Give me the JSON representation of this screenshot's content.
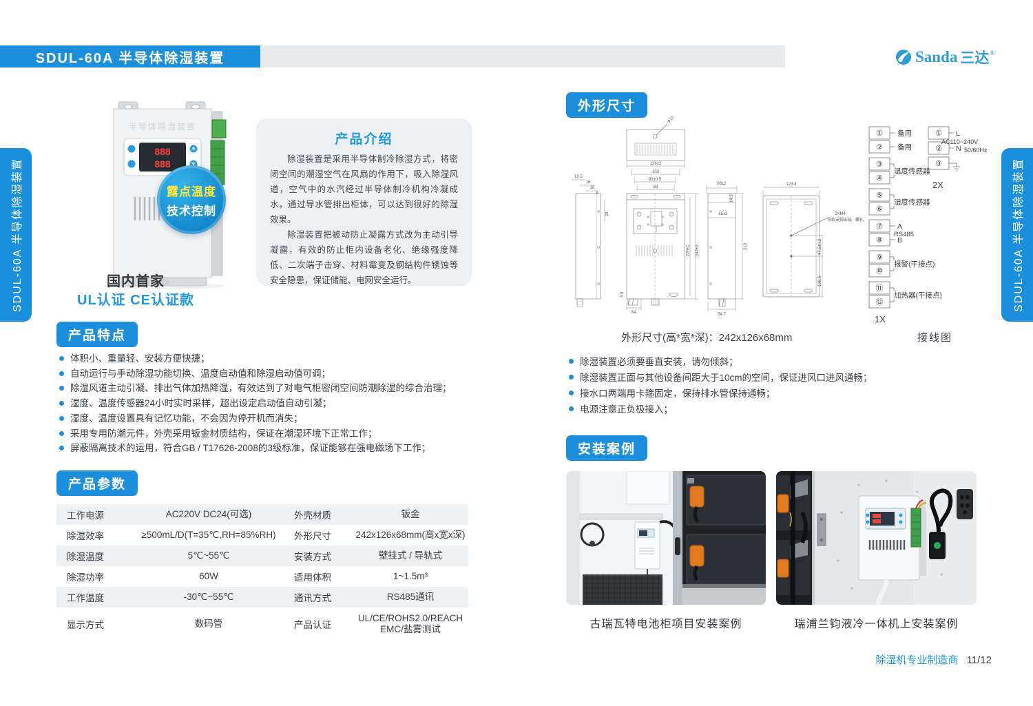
{
  "header": {
    "title": "SDUL-60A 半导体除湿装置"
  },
  "logo": {
    "name": "Sanda",
    "cn": "三达",
    "reg": "®"
  },
  "side_tabs": {
    "left": "SDUL-60A 半导体除湿装置",
    "right": "SDUL-60A 半导体除湿装置"
  },
  "hero": {
    "watermark": "半导体除湿装置",
    "display_top": "888",
    "display_bottom": "888",
    "badge": {
      "line1": "露点温度",
      "line2": "技术控制"
    },
    "caption1": "国内首家",
    "caption2": "UL认证 CE认证款"
  },
  "intro": {
    "title": "产品介绍",
    "p1": "除湿装置是采用半导体制冷除湿方式，将密闭空间的潮湿空气在风扇的作用下，吸入除湿风道，空气中的水汽经过半导体制冷机构冷凝成水，通过导水管排出柜体，可以达到很好的除湿效果。",
    "p2": "除湿装置把被动防止凝露方式改为主动引导凝露，有效的防止柜内设备老化、绝缘强度降低、二次端子击穿、材料霉变及钢结构件锈蚀等安全隐患，保证储能、电网安全运行。"
  },
  "features": {
    "title": "产品特点",
    "items": [
      "体积小、重量轻、安装方便快捷；",
      "自动运行与手动除湿功能切换、温度启动值和除湿启动值可调；",
      "除湿风道主动引凝、排出气体加热降湿，有效达到了对电气柜密闭空间防潮除湿的综合治理；",
      "湿度、温度传感器24小时实时采样，超出设定启动值自动引凝；",
      "湿度、温度设置具有记忆功能，不会因为停开机而消失；",
      "采用专用防潮元件，外壳采用钣金材质结构，保证在潮湿环境下正常工作；",
      "屏蔽隔离技术的运用，符合GB / T17626-2008的3级标准，保证能够在强电磁场下工作；"
    ]
  },
  "params": {
    "title": "产品参数",
    "rows": [
      {
        "k1": "工作电源",
        "v1": "AC220V DC24(可选)",
        "k2": "外壳材质",
        "v2": "钣金"
      },
      {
        "k1": "除湿效率",
        "v1": "≥500mL/D(T=35℃,RH=85%RH)",
        "k2": "外形尺寸",
        "v2": "242x126x68mm(高x宽x深)"
      },
      {
        "k1": "除湿温度",
        "v1": "5℃~55℃",
        "k2": "安装方式",
        "v2": "壁挂式 / 导轨式"
      },
      {
        "k1": "除湿功率",
        "v1": "60W",
        "k2": "适用体积",
        "v2": "1~1.5m³"
      },
      {
        "k1": "工作温度",
        "v1": "-30℃~55℃",
        "k2": "通讯方式",
        "v2": "RS485通讯"
      },
      {
        "k1": "显示方式",
        "v1": "数码管",
        "k2": "产品认证",
        "v2": "UL/CE/ROHS2.0/REACH\nEMC/盐雾测试"
      }
    ]
  },
  "dimensions": {
    "title": "外形尺寸",
    "caption": "外形尺寸(高*宽*深)：242x126x68mm",
    "dims": {
      "hole": "Φ10",
      "w126": "126±2",
      "w103": "103",
      "w93": "93±0.5",
      "w83": "83",
      "h242": "242±2",
      "h226": "226±1",
      "b34": "34",
      "b48": "4.8",
      "l105": "10.5",
      "l16": "16",
      "l18": "18",
      "l8": "8",
      "l28": "28",
      "s68": "68±2",
      "s145": "14.5",
      "s65": "65±2",
      "s213": "213",
      "s547": "54.7",
      "r1234": "123.4",
      "rc1": "2XM4",
      "rc2": "导轨支脚安装",
      "rc3": "螺孔",
      "r475": "47.5±0.2",
      "r1985": "198.5"
    },
    "wiring": {
      "numbers": [
        "①",
        "②",
        "③",
        "④",
        "⑤",
        "⑥",
        "⑦",
        "⑧",
        "⑨",
        "⑩",
        "⑪",
        "⑫"
      ],
      "spare1": "备用",
      "spare2": "备用",
      "temp": "温度传感器",
      "hum": "湿度传感器",
      "a": "A",
      "b": "B",
      "rs485": "RS485",
      "alarm": "报警(干接点)",
      "heater": "加热器(干接点)",
      "p1": "①",
      "p2": "②",
      "p3": "③",
      "l": "L",
      "n": "N",
      "voltage": "AC110~240V",
      "freq": "50/60Hz",
      "qty2x": "2X",
      "qty1x": "1X",
      "caption": "接线图"
    }
  },
  "notes": {
    "items": [
      "除湿装置必须要垂直安装，请勿倾斜；",
      "除湿装置正面与其他设备间距大于10cm的空间，保证进风口进风通畅；",
      "接水口两端用卡箍固定，保持排水管保持通畅；",
      "电源注意正负极接入；"
    ]
  },
  "cases": {
    "title": "安装案例",
    "caption1": "古瑞瓦特电池柜项目安装案例",
    "caption2": "瑞浦兰钧液冷一体机上安装案例"
  },
  "footer": {
    "brand": "除湿机专业制造商",
    "page": "11/12"
  }
}
